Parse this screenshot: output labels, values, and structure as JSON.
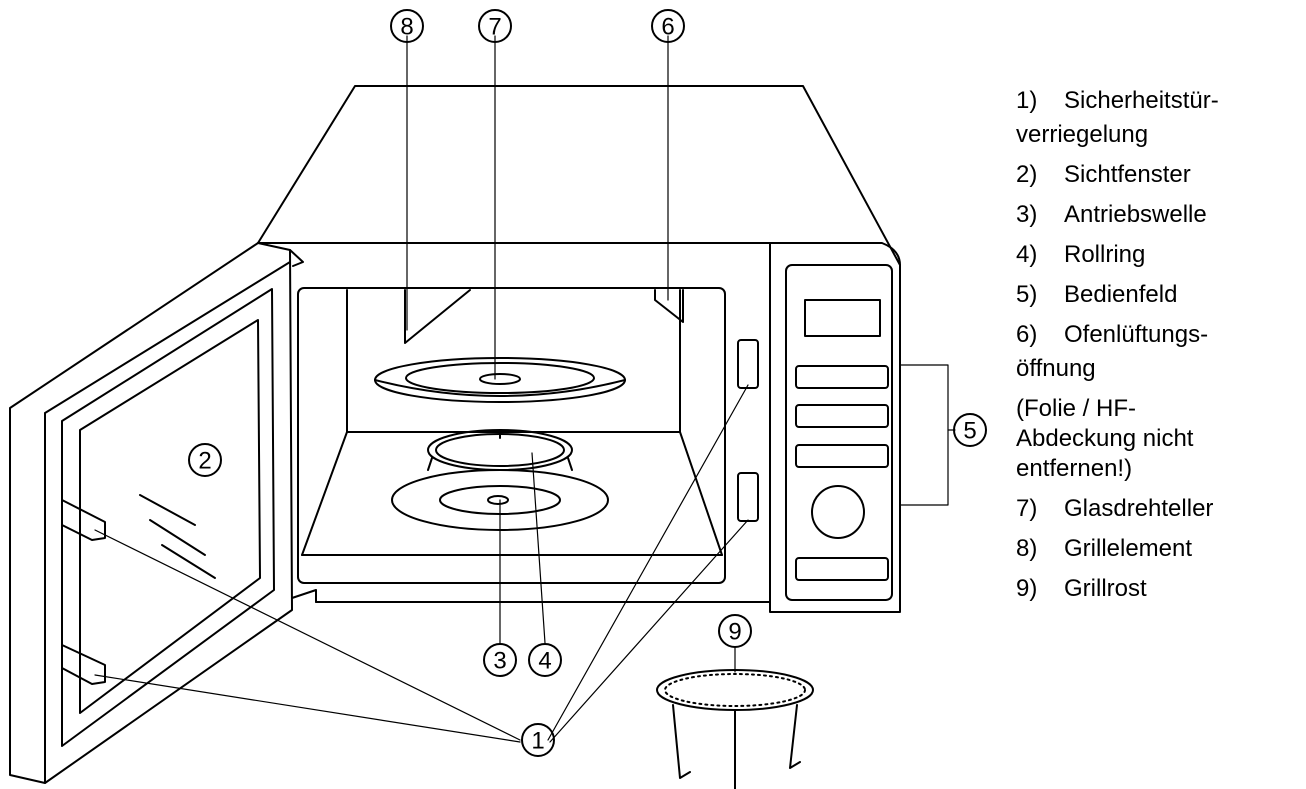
{
  "callouts": [
    "1",
    "2",
    "3",
    "4",
    "5",
    "6",
    "7",
    "8",
    "9"
  ],
  "legend": {
    "items": [
      {
        "num": "1)",
        "text": "Sicherheitstür-",
        "cont": "verriegelung"
      },
      {
        "num": "2)",
        "text": "Sichtfenster"
      },
      {
        "num": "3)",
        "text": "Antriebswelle"
      },
      {
        "num": "4)",
        "text": "Rollring"
      },
      {
        "num": "5)",
        "text": "Bedienfeld"
      },
      {
        "num": "6)",
        "text": "Ofenlüftungs-",
        "cont": "öffnung"
      },
      {
        "num": "7)",
        "text": "Glasdrehteller"
      },
      {
        "num": "8)",
        "text": "Grillelement"
      },
      {
        "num": "9)",
        "text": "Grillrost"
      }
    ],
    "note": [
      "(Folie / HF-",
      "Abdeckung nicht",
      "entfernen!)"
    ]
  }
}
